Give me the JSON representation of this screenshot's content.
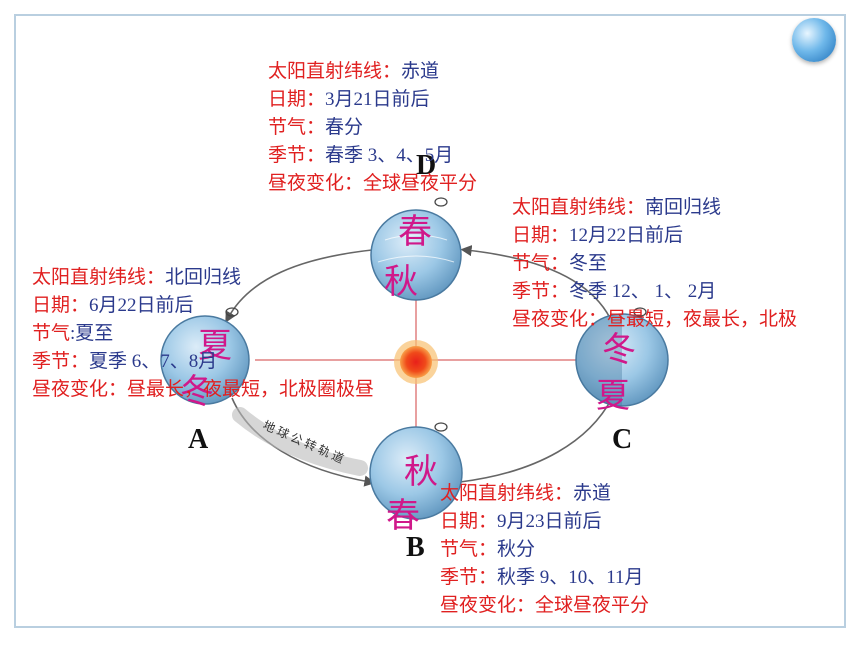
{
  "positions": {
    "D": {
      "letter": "D",
      "seasons": [
        "春",
        "秋"
      ],
      "info": [
        {
          "label": "太阳直射纬线：",
          "value": "赤道"
        },
        {
          "label": "日期：",
          "value": "3月21日前后"
        },
        {
          "label": "节气：",
          "value": "春分"
        },
        {
          "label": "季节：",
          "value": "春季  3、4、5月"
        },
        {
          "label": "昼夜变化：全球昼夜平分",
          "value": ""
        }
      ]
    },
    "A": {
      "letter": "A",
      "seasons": [
        "夏",
        "冬"
      ],
      "info": [
        {
          "label": "太阳直射纬线：",
          "value": "北回归线"
        },
        {
          "label": "日期：",
          "value": "6月22日前后"
        },
        {
          "label": "节气",
          "value": ":夏至"
        },
        {
          "label": "季节：",
          "value": "夏季  6、7、8月"
        },
        {
          "label": "昼夜变化：昼最长，夜最短，北极圈极昼",
          "value": ""
        }
      ]
    },
    "C": {
      "letter": "C",
      "seasons": [
        "冬",
        "夏"
      ],
      "info": [
        {
          "label": "太阳直射纬线：",
          "value": "南回归线"
        },
        {
          "label": "日期：",
          "value": "12月22日前后"
        },
        {
          "label": "节气：",
          "value": "冬至"
        },
        {
          "label": "季节：",
          "value": "冬季 12、 1、 2月"
        },
        {
          "label": "昼夜变化：昼最短，夜最长，北极",
          "value": ""
        }
      ]
    },
    "B": {
      "letter": "B",
      "seasons": [
        "秋",
        "春"
      ],
      "info": [
        {
          "label": "太阳直射纬线：",
          "value": "赤道"
        },
        {
          "label": "日期：",
          "value": "9月23日前后"
        },
        {
          "label": "节气：",
          "value": "秋分"
        },
        {
          "label": "季节：",
          "value": "秋季  9、10、11月"
        },
        {
          "label": "昼夜变化：全球昼夜平分",
          "value": ""
        }
      ]
    }
  },
  "orbit_label": "地球公转轨道",
  "colors": {
    "label": "#e02020",
    "value": "#2b3a8c",
    "season": "#d0188a",
    "globe": "#8fbfe0",
    "sun": "#e83a1a"
  }
}
